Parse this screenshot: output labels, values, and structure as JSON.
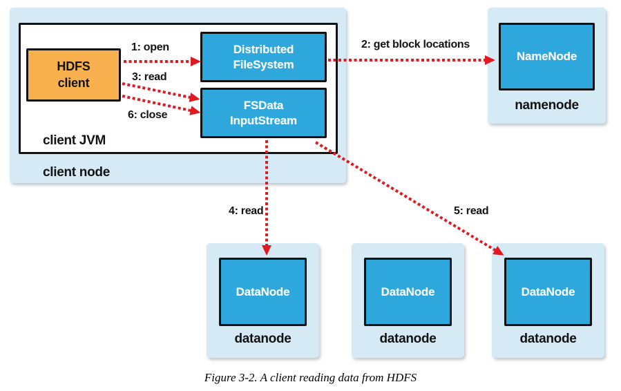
{
  "colors": {
    "container_fill": "#d6eaf6",
    "node_fill": "#2ea8dc",
    "client_fill": "#f9b04f",
    "arrow_red": "#e01a23",
    "border": "#121212"
  },
  "client_node": {
    "label": "client node",
    "jvm_label": "client JVM",
    "hdfs_client_label": "HDFS\nclient",
    "distributed_filesystem_label": "Distributed\nFileSystem",
    "fsdata_inputstream_label": "FSData\nInputStream"
  },
  "namenode": {
    "box_label": "NameNode",
    "label": "namenode"
  },
  "datanodes": [
    {
      "box_label": "DataNode",
      "label": "datanode"
    },
    {
      "box_label": "DataNode",
      "label": "datanode"
    },
    {
      "box_label": "DataNode",
      "label": "datanode"
    }
  ],
  "arrows": [
    {
      "id": 1,
      "label": "1: open"
    },
    {
      "id": 2,
      "label": "2: get block locations"
    },
    {
      "id": 3,
      "label": "3: read"
    },
    {
      "id": 4,
      "label": "4: read"
    },
    {
      "id": 5,
      "label": "5: read"
    },
    {
      "id": 6,
      "label": "6: close"
    }
  ],
  "caption": "Figure 3-2. A client reading data from HDFS"
}
